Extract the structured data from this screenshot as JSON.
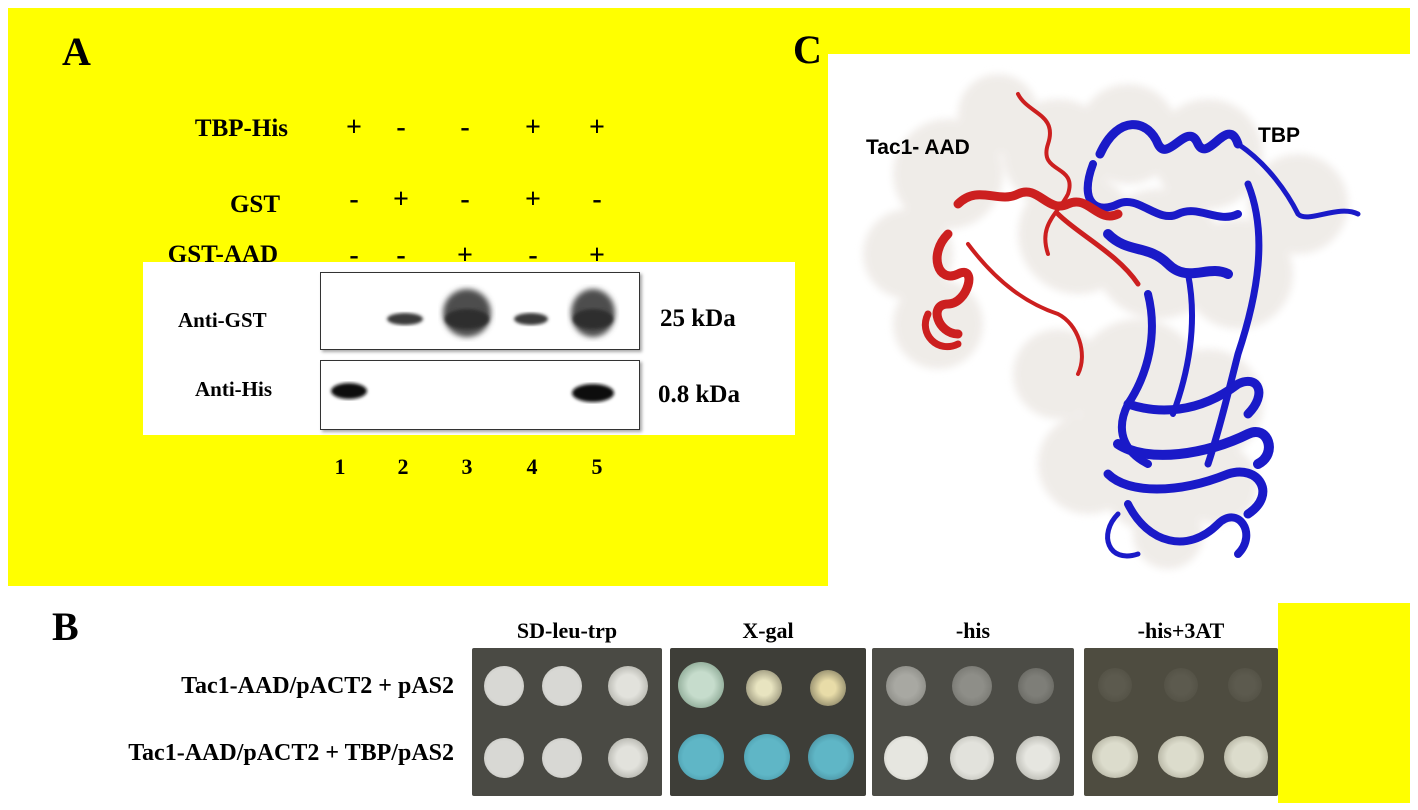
{
  "panel_a": {
    "letter": "A",
    "rows": [
      {
        "label": "TBP-His",
        "signs": [
          "+",
          "-",
          "-",
          "+",
          "+"
        ]
      },
      {
        "label": "GST",
        "signs": [
          "-",
          "+",
          "-",
          "+",
          "-"
        ]
      },
      {
        "label": "GST-AAD",
        "signs": [
          "-",
          "-",
          "+",
          "-",
          "+"
        ]
      }
    ],
    "blots": [
      {
        "antibody": "Anti-GST",
        "size": "25 kDa",
        "lanes_with_band": [
          2,
          3,
          4,
          5
        ]
      },
      {
        "antibody": "Anti-His",
        "size": "0.8 kDa",
        "lanes_with_band": [
          1,
          5
        ]
      }
    ],
    "lane_numbers": [
      "1",
      "2",
      "3",
      "4",
      "5"
    ]
  },
  "panel_b": {
    "letter": "B",
    "plates": [
      "SD-leu-trp",
      "X-gal",
      "-his",
      "-his+3AT"
    ],
    "strains": [
      "Tac1-AAD/pACT2 + pAS2",
      "Tac1-AAD/pACT2 + TBP/pAS2"
    ]
  },
  "panel_c": {
    "letter": "C",
    "labels": [
      "Tac1- AAD",
      "TBP"
    ]
  },
  "colors": {
    "background": "#ffff00",
    "aad_ribbon": "#cc1f1f",
    "tbp_ribbon": "#1a1ac8",
    "xgal_blue": "#5fb6c6"
  }
}
